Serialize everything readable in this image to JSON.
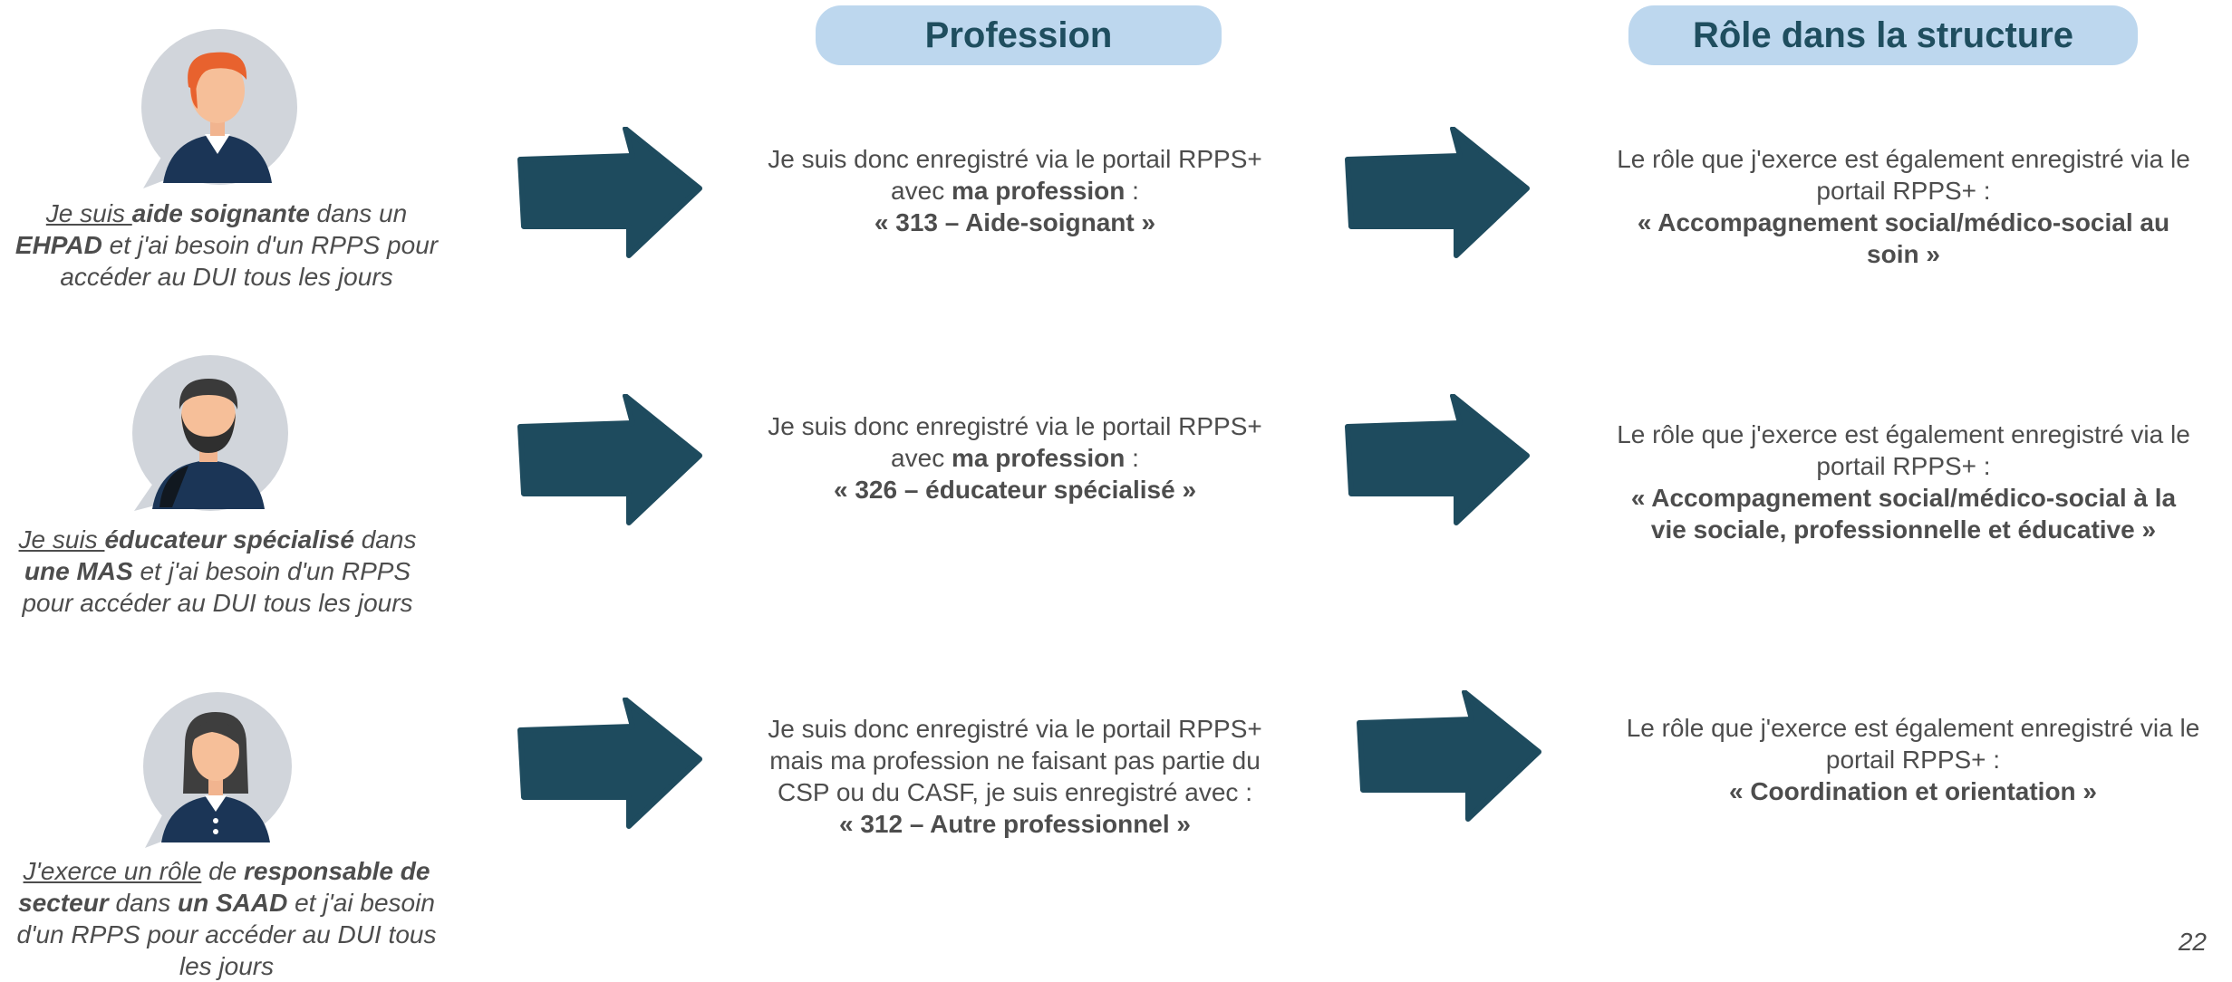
{
  "colors": {
    "pill_bg": "#bdd7ee",
    "pill_text": "#1f4e5f",
    "arrow": "#1e4b5e",
    "avatar_bubble": "#d1d5db"
  },
  "headers": {
    "profession": "Profession",
    "role": "Rôle dans la structure"
  },
  "rows": [
    {
      "avatar_icon": "red-haired-person-icon",
      "persona": {
        "lead": "Je suis ",
        "b1": "aide soignante",
        "t1": " dans un ",
        "b2": "EHPAD",
        "t2": " et j'ai besoin d'un RPPS pour accéder au DUI tous les jours"
      },
      "profession": {
        "l1": "Je suis donc enregistré via le portail RPPS+",
        "l2a": "avec ",
        "l2b": "ma profession",
        "l2c": " :",
        "code": "« 313 – Aide-soignant »"
      },
      "role": {
        "l1": "Le rôle que j'exerce est également enregistré via le",
        "l2": "portail RPPS+ :",
        "value": "« Accompagnement social/médico-social au soin »"
      }
    },
    {
      "avatar_icon": "bearded-person-icon",
      "persona": {
        "lead": "Je suis ",
        "b1": "éducateur spécialisé",
        "t1": " dans ",
        "b2": "une MAS",
        "t2": " et j'ai besoin d'un RPPS pour accéder au DUI tous les jours"
      },
      "profession": {
        "l1": "Je suis donc enregistré via le portail RPPS+",
        "l2a": "avec ",
        "l2b": "ma profession",
        "l2c": " :",
        "code": "« 326 – éducateur spécialisé »"
      },
      "role": {
        "l1": "Le rôle que j'exerce est également enregistré via le",
        "l2": "portail RPPS+ :",
        "value": "« Accompagnement social/médico-social à la vie sociale, professionnelle et éducative »"
      }
    },
    {
      "avatar_icon": "woman-icon",
      "persona": {
        "lead": "J'exerce un rôle",
        "t0": " de ",
        "b1": "responsable de secteur",
        "t1": " dans ",
        "b2": "un SAAD",
        "t2": " et j'ai besoin d'un RPPS pour accéder au DUI tous les jours"
      },
      "profession": {
        "l1": "Je suis donc enregistré via le portail RPPS+",
        "l2": "mais ma profession ne faisant pas partie du",
        "l3": "CSP ou du CASF, je suis enregistré avec :",
        "code": "« 312 – Autre professionnel »"
      },
      "role": {
        "l1": "Le rôle que j'exerce est également enregistré via le",
        "l2": "portail RPPS+ :",
        "value": "« Coordination et orientation »"
      }
    }
  ],
  "page_number": "22"
}
